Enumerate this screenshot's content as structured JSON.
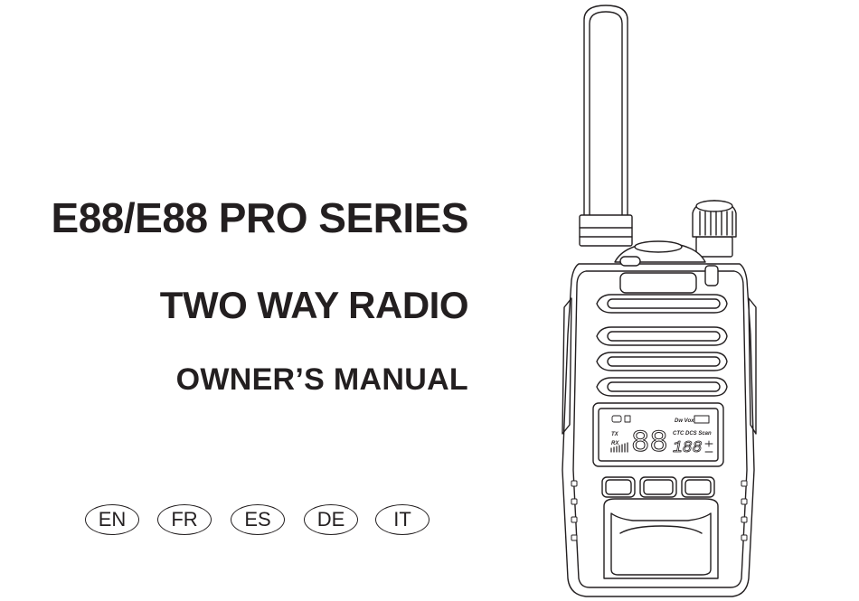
{
  "cover": {
    "series_title": "E88/E88 PRO SERIES",
    "product_type": "TWO WAY RADIO",
    "manual_title": "OWNER’S  MANUAL"
  },
  "languages": [
    "EN",
    "FR",
    "ES",
    "DE",
    "IT"
  ],
  "lcd": {
    "row1": "Dw Vox",
    "row2": "CTC DCS Scan",
    "tx_label": "TX",
    "rx_label": "RX",
    "channel_digits": "88",
    "sub_digits": "188"
  }
}
